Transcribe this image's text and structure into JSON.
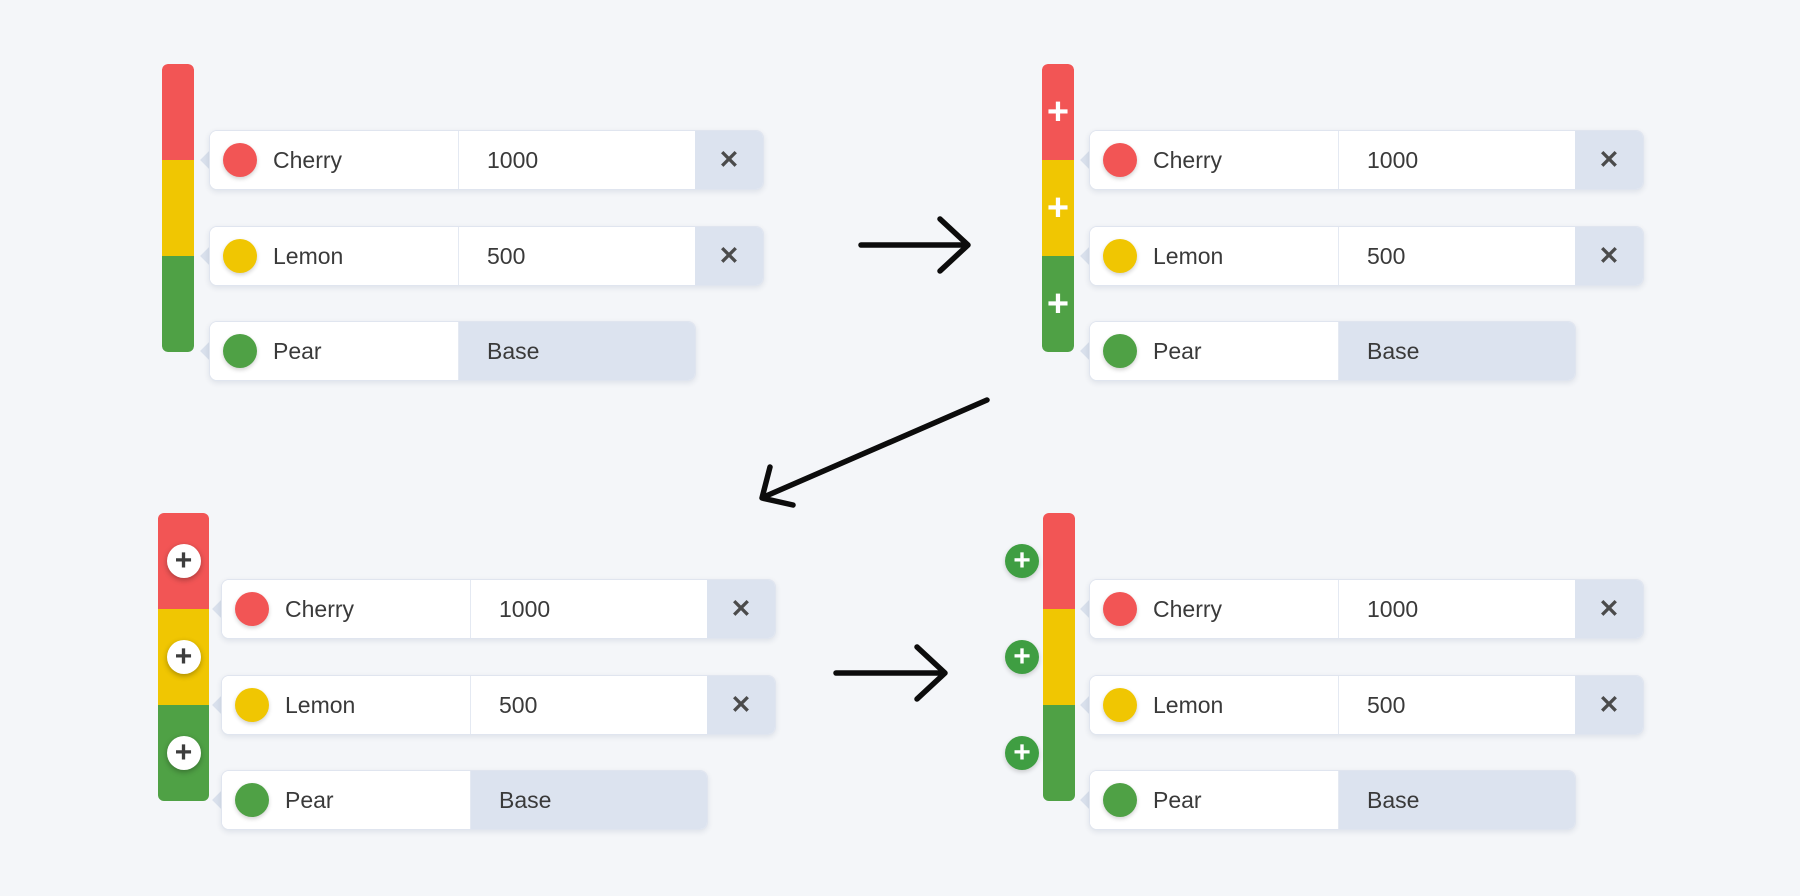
{
  "rows": [
    {
      "label": "Cherry",
      "value": "1000",
      "dot_color": "#f25555",
      "removable": true
    },
    {
      "label": "Lemon",
      "value": "500",
      "dot_color": "#f0c602",
      "removable": true
    },
    {
      "label": "Pear",
      "value": "Base",
      "dot_color": "#4fa145",
      "removable": false
    }
  ],
  "panels": [
    {
      "id": "state-1",
      "bar_style": "plain-bar"
    },
    {
      "id": "state-2",
      "bar_style": "inline-plus-in-segments"
    },
    {
      "id": "state-3",
      "bar_style": "white-circle-plus-on-bar"
    },
    {
      "id": "state-4",
      "bar_style": "green-circle-plus-outside-bar"
    }
  ],
  "icons": {
    "close": "✕",
    "plus": "+"
  },
  "colors": {
    "background": "#f4f6f9",
    "bar_red": "#f25555",
    "bar_yellow": "#f0c602",
    "bar_green": "#4fa145",
    "muted_cell": "#dce3ef",
    "green_plus_button": "#3f9e42",
    "arrow": "#0c0c0c"
  }
}
